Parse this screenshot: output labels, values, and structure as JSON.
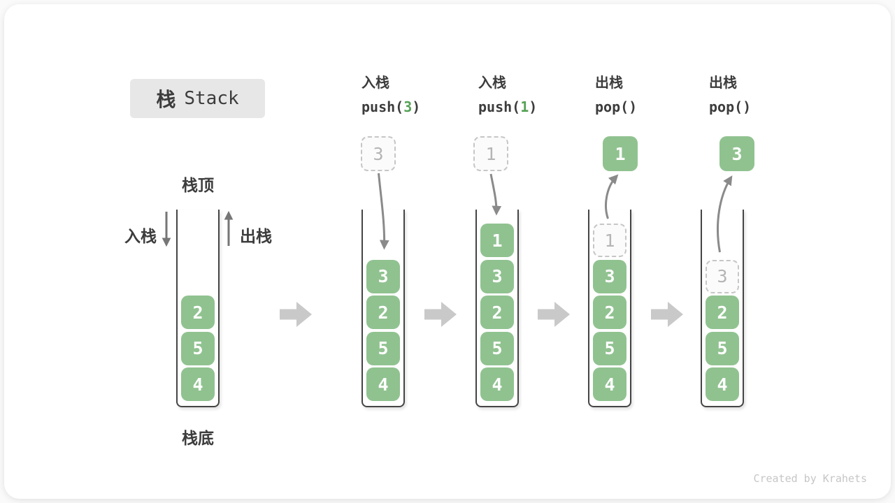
{
  "title": {
    "zh": "栈",
    "en": "Stack"
  },
  "labels": {
    "stack_top": "栈顶",
    "stack_bottom": "栈底",
    "push_side": "入栈",
    "pop_side": "出栈"
  },
  "operations": [
    {
      "label": "入栈",
      "code_pre": "push(",
      "code_arg": "3",
      "code_post": ")"
    },
    {
      "label": "入栈",
      "code_pre": "push(",
      "code_arg": "1",
      "code_post": ")"
    },
    {
      "label": "出栈",
      "code_pre": "pop()",
      "code_arg": "",
      "code_post": ""
    },
    {
      "label": "出栈",
      "code_pre": "pop()",
      "code_arg": "",
      "code_post": ""
    }
  ],
  "floats": [
    {
      "value": "3",
      "style": "ghost"
    },
    {
      "value": "1",
      "style": "ghost"
    },
    {
      "value": "1",
      "style": "solid"
    },
    {
      "value": "3",
      "style": "solid"
    }
  ],
  "stacks": [
    {
      "items": [
        "2",
        "5",
        "4"
      ]
    },
    {
      "items": [
        "3",
        "2",
        "5",
        "4"
      ]
    },
    {
      "items": [
        "1",
        "3",
        "2",
        "5",
        "4"
      ]
    },
    {
      "ghost": "1",
      "items": [
        "3",
        "2",
        "5",
        "4"
      ]
    },
    {
      "ghost": "3",
      "items": [
        "2",
        "5",
        "4"
      ]
    }
  ],
  "credit": "Created by Krahets",
  "colors": {
    "green": "#90C290",
    "green_arg": "#56A156",
    "wall": "#454545",
    "ghost_border": "#c6c6c6",
    "ghost_text": "#b5b5b5",
    "ghost_bg": "#fbfbfb",
    "arrow": "#8a8a8a",
    "block_arrow": "#c9c9c9",
    "title_bg": "#e7e7e7",
    "text_dark": "#3c3c3c",
    "credit": "#c6c6c6"
  }
}
